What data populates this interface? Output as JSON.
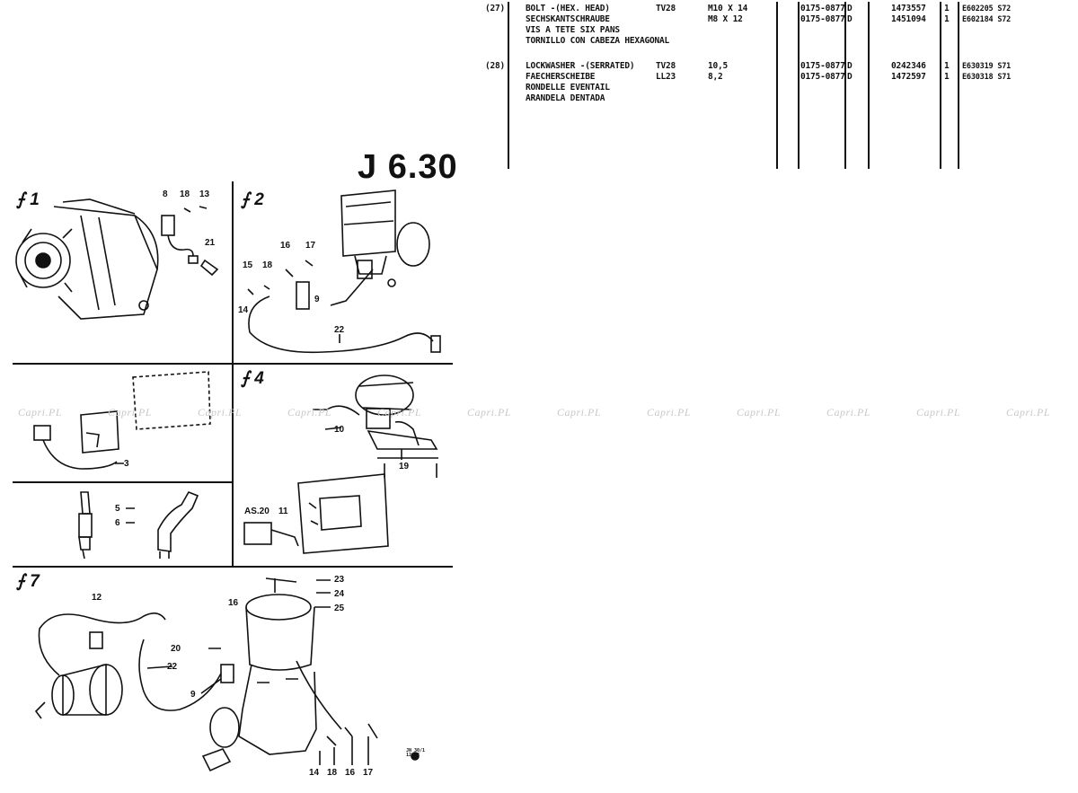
{
  "page_code": "J 6.30",
  "parts_table": {
    "rows": [
      {
        "item": "(27)",
        "lines": [
          "BOLT -(HEX. HEAD)",
          "SECHSKANTSCHRAUBE",
          "VIS A TETE SIX PANS",
          "TORNILLO CON CABEZA HEXAGONAL"
        ],
        "codes": [
          "TV28",
          ""
        ],
        "sizes": [
          "M10 X 14",
          "M8 X 12"
        ],
        "dates": [
          "0175-0877",
          "0175-0877"
        ],
        "flags": [
          "D",
          "D"
        ],
        "part_numbers": [
          "1473557",
          "1451094"
        ],
        "qty": [
          "1",
          "1"
        ],
        "refs": [
          "E602205 S72",
          "E602184 S72"
        ]
      },
      {
        "item": "(28)",
        "lines": [
          "LOCKWASHER -(SERRATED)",
          "FAECHERSCHEIBE",
          "RONDELLE EVENTAIL",
          "ARANDELA DENTADA"
        ],
        "codes": [
          "TV28",
          "LL23"
        ],
        "sizes": [
          "10,5",
          "8,2"
        ],
        "dates": [
          "0175-0877",
          "0175-0877"
        ],
        "flags": [
          "D",
          "D"
        ],
        "part_numbers": [
          "0242346",
          "1472597"
        ],
        "qty": [
          "1",
          "1"
        ],
        "refs": [
          "E630319 S71",
          "E630318 S71"
        ]
      }
    ]
  },
  "panels": {
    "p1": {
      "label": "1",
      "callouts": [
        "8",
        "18",
        "13",
        "21"
      ]
    },
    "p2": {
      "label": "2",
      "callouts": [
        "16",
        "17",
        "15",
        "18",
        "9",
        "14",
        "22"
      ]
    },
    "p3": {
      "callouts": [
        "3"
      ]
    },
    "p4": {
      "label": "4",
      "callouts": [
        "10",
        "19"
      ]
    },
    "p5": {
      "callouts": [
        "5",
        "6"
      ]
    },
    "p6": {
      "callouts": [
        "AS.20",
        "11"
      ]
    },
    "p7": {
      "label": "7",
      "callouts": [
        "12",
        "16",
        "23",
        "24",
        "25",
        "20",
        "22",
        "9",
        "14",
        "18",
        "16",
        "17"
      ]
    }
  },
  "watermark_text": "Capri.PL",
  "stamp": [
    "JN 30/1",
    "12-83"
  ]
}
